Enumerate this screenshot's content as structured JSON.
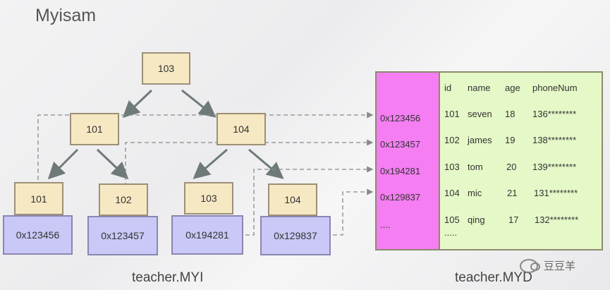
{
  "title": "Myisam",
  "index_file": {
    "caption": "teacher.MYI",
    "root": "103",
    "internal": [
      "101",
      "104"
    ],
    "leaf_keys": [
      "101",
      "102",
      "103",
      "104"
    ],
    "leaf_addresses": [
      "0x123456",
      "0x123457",
      "0x194281",
      "0x129837"
    ]
  },
  "data_file": {
    "caption": "teacher.MYD",
    "addresses": [
      "0x123456",
      "0x123457",
      "0x194281",
      "0x129837",
      "...."
    ],
    "columns": [
      "id",
      "name",
      "age",
      "phoneNum"
    ],
    "rows": [
      [
        "101",
        "seven",
        "18",
        "136********"
      ],
      [
        "102",
        "james",
        "19",
        "138********"
      ],
      [
        "103",
        "tom",
        "20",
        "139********"
      ],
      [
        "104",
        "mic",
        "21",
        "131********"
      ],
      [
        "105",
        "qing",
        "17",
        "132********"
      ]
    ],
    "more": "....."
  },
  "watermark": {
    "icon": "wechat-icon",
    "text": "豆豆羊"
  },
  "colors": {
    "node_fill": "#f6e8c3",
    "leaf_fill": "#c9c8f6",
    "address_column": "#f47ef2",
    "record_table": "#e5f8c7",
    "arrow": "#6e7a78"
  }
}
